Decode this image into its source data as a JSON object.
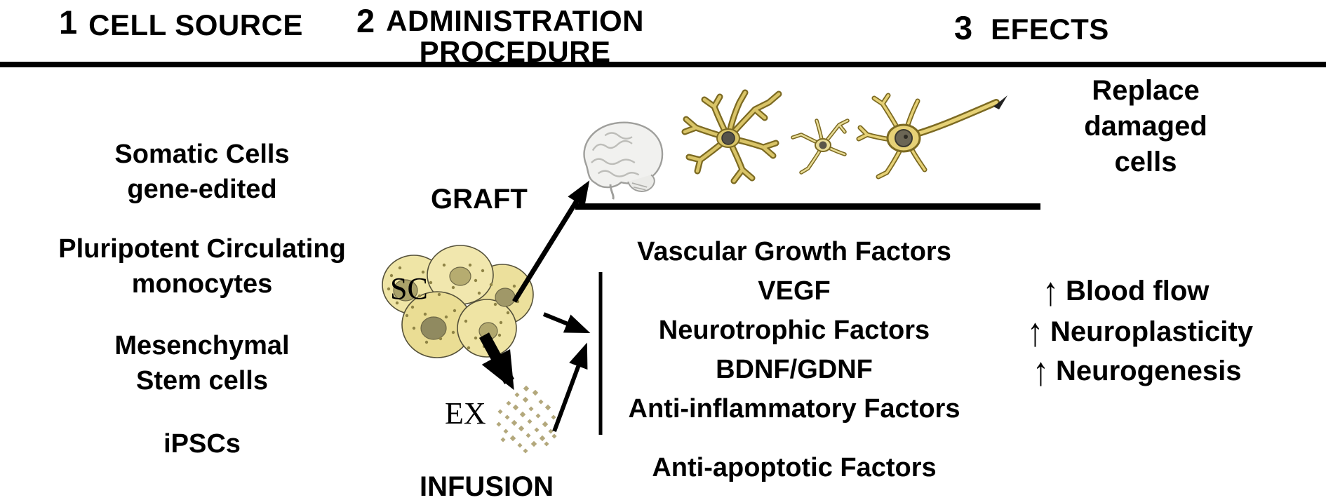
{
  "header": {
    "sections": [
      {
        "number": "1",
        "label": "CELL SOURCE"
      },
      {
        "number": "2",
        "label": "ADMINISTRATION\nPROCEDURE"
      },
      {
        "number": "3",
        "label": "EFECTS"
      }
    ]
  },
  "cell_source": {
    "items": [
      {
        "label": "Somatic Cells\ngene-edited"
      },
      {
        "label": "Pluripotent Circulating\nmonocytes"
      },
      {
        "label": "Mesenchymal\nStem cells"
      },
      {
        "label": "iPSCs"
      }
    ]
  },
  "administration": {
    "graft_label": "GRAFT",
    "infusion_label": "INFUSION",
    "sc_label": "SC",
    "ex_label": "EX"
  },
  "effects": {
    "replace_label": "Replace\ndamaged\ncells",
    "factors": [
      {
        "label": "Vascular Growth Factors"
      },
      {
        "label": "VEGF"
      },
      {
        "label": "Neurotrophic Factors"
      },
      {
        "label": "BDNF/GDNF"
      },
      {
        "label": "Anti-inflammatory Factors"
      },
      {
        "label": "Anti-apoptotic Factors"
      }
    ],
    "outcomes": [
      {
        "arrow": "↑",
        "label": "Blood flow"
      },
      {
        "arrow": "↑",
        "label": "Neuroplasticity"
      },
      {
        "arrow": "↑",
        "label": "Neurogenesis"
      }
    ]
  },
  "colors": {
    "text": "#000000",
    "line": "#000000",
    "cell_fill": "#eee3a3",
    "cell_nucleus": "#a39a63",
    "exosome_dot": "#b3a87c",
    "brain_fill": "#f1f1ef",
    "glia_gold": "#d9c467"
  }
}
